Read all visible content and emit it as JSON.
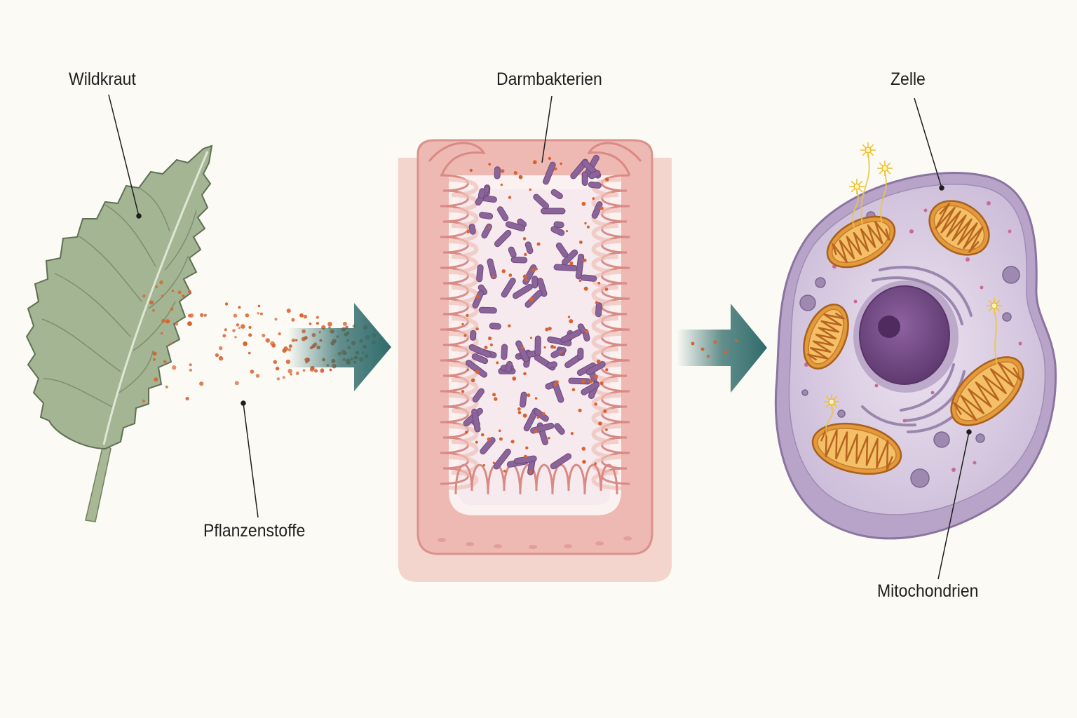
{
  "labels": {
    "herb": "Wildkraut",
    "compounds": "Pflanzenstoffe",
    "bacteria": "Darmbakterien",
    "cell": "Zelle",
    "mitochondria": "Mitochondrien"
  },
  "colors": {
    "background": "#fbfaf4",
    "leaf": "#9fb28e",
    "compound_dots": "#d9622f",
    "arrow": "#2f6b6a",
    "intestine": "#f2c3bd",
    "bacteria": "#8b6499",
    "cell": "#b8a3c8",
    "nucleus": "#7b4f8c",
    "mitochondria": "#e39a3b"
  },
  "icons": [
    "leaf-icon",
    "intestine-icon",
    "bacteria-icon",
    "cell-icon",
    "nucleus-icon",
    "mitochondrion-icon",
    "arrow-right-icon",
    "spark-icon"
  ]
}
